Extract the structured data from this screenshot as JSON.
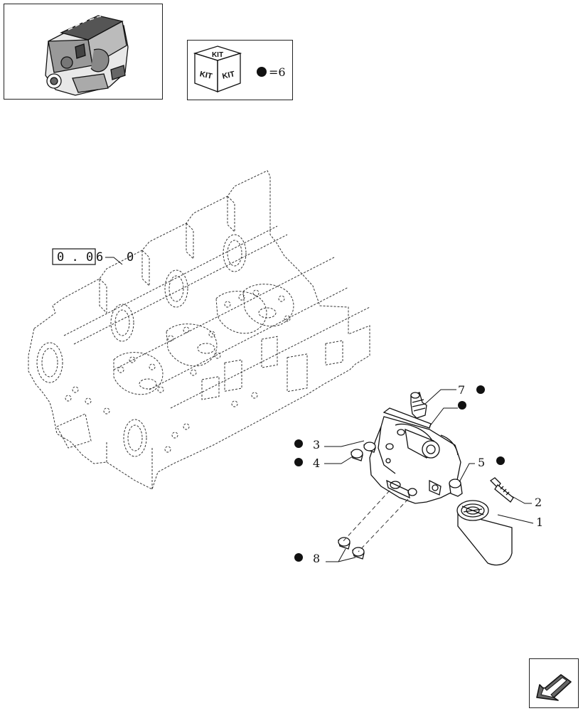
{
  "kit_legend": {
    "kit_text_top": "KIT",
    "kit_text_left": "KIT",
    "kit_text_right": "KIT",
    "equals_text": "=6"
  },
  "reference": {
    "ref_box_text": "0 . 0",
    "ref_suffix_6": "6",
    "ref_suffix_0": "0"
  },
  "callouts": [
    {
      "number": "1",
      "kit": false
    },
    {
      "number": "2",
      "kit": false
    },
    {
      "number": "3",
      "kit": true
    },
    {
      "number": "4",
      "kit": true
    },
    {
      "number": "5",
      "kit": true
    },
    {
      "number": "7",
      "kit": true
    },
    {
      "number": "8",
      "kit": true
    }
  ],
  "icons": {
    "engine_thumbnail": "engine-icon",
    "kit_cube": "kit-cube-icon",
    "nav_arrow": "back-arrow-icon"
  },
  "colors": {
    "ink": "#111111",
    "background": "#ffffff"
  }
}
